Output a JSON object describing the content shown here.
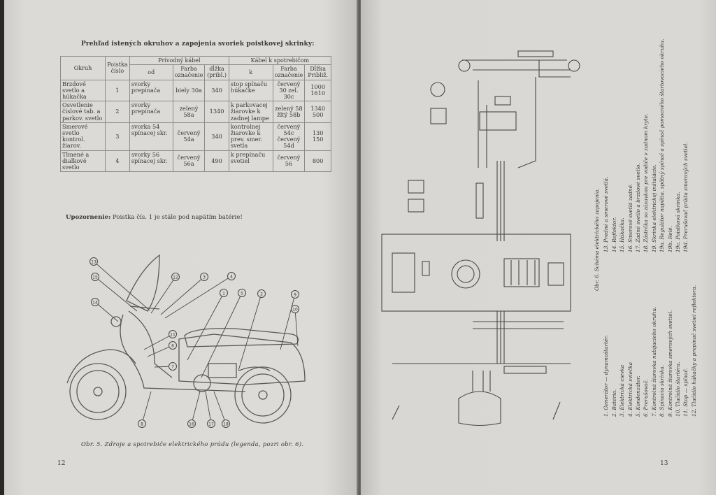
{
  "left_page": {
    "table_title": "Prehľad istených okruhov a zapojenia svoriek poistkovej skrinky:",
    "table_headers": {
      "okruh": "Okruh",
      "poistka": "Poistka číslo",
      "privodny": "Prívodný kábel",
      "spotrebic": "Kábel k spotrebičom",
      "od": "od",
      "farba": "Farba označenie",
      "dlzka": "dĺžka (pribl.)",
      "k": "k",
      "farba2": "Farba označenie",
      "dlzka2": "Dĺžka Približ."
    },
    "rows": [
      {
        "okruh": "Brzdové svetlo a húkačka",
        "poistka": "1",
        "od": "svorky prepínača",
        "farba": "biely 30a",
        "dlzka": "340",
        "k": "stop spínaču húkačke",
        "farba2": "červený 30 zel. 30c",
        "dlzka2": "1000 1610"
      },
      {
        "okruh": "Osvetlenie číslové tab. a parkov. svetlo",
        "poistka": "2",
        "od": "svorky prepínača",
        "farba": "zelený 58a",
        "dlzka": "1340",
        "k": "k parkovacej žiarovke k zadnej lampe",
        "farba2": "zelený 58 žltý 58b",
        "dlzka2": "1340 500"
      },
      {
        "okruh": "Smerové svetlo kontrol. žiarov.",
        "poistka": "3",
        "od": "svorka 54 spínacej skr.",
        "farba": "červený 54a",
        "dlzka": "340",
        "k": "kontrolnej žiarovke k prev. smer. svetla",
        "farba2": "červený 54c červený 54d",
        "dlzka2": "130 150"
      },
      {
        "okruh": "Tlmené a diaľkové svetlo",
        "poistka": "4",
        "od": "svorky 56 spínacej skr.",
        "farba": "červený 56a",
        "dlzka": "490",
        "k": "k prepínaču svetiel",
        "farba2": "červený 56",
        "dlzka2": "800"
      }
    ],
    "note_bold": "Upozornenie:",
    "note_text": " Poistka čís. 1 je stále pod napätím batérie!",
    "caption": "Obr. 5. Zdroje a spotrebiče elektrického prúdu (legenda, pozri obr. 6).",
    "page_number": "12"
  },
  "right_page": {
    "caption": "Obr. 6. Schéma elektrického zapojenia.",
    "legend_left": [
      "1. Generátor — dynamoštartér.",
      "2. Batéria.",
      "3. Elektrická cievka",
      "4. Elektrická sviečka",
      "5. Kondenzátor.",
      "6. Prerušovač.",
      "7. Kontrolná žiarovka nabíjacieho okruhu.",
      "8. Spínacia skrinka.",
      "9. Kontrolná žiarovka smerových svetiel.",
      "10. Tlačidlo štartéra.",
      "11. Stop — spínač.",
      "12. Tlačidlo húkačky a prepínač svetiel reflektora."
    ],
    "legend_right": [
      "13. Predné a smerové svetlá.",
      "14. Reflektor.",
      "15. Húkačka.",
      "16. Smerové svetlá zadné.",
      "17. Zadné svetlo a brzdové svetlo.",
      "18. Zástrčka so zásuvkou pre vodiče v zadnom kryte.",
      "19. Skrinka elektrickej inštalácie.",
      "19a. Regulátor napätia, spätný spínač a spínač pomocného štartovacieho okruhu.",
      "19b. Relé.",
      "19c. Poistková skrinka.",
      "19d. Prerušovač prúdu smerových svetiel."
    ],
    "page_number": "13"
  },
  "callouts": [
    "13",
    "15",
    "14",
    "12",
    "3",
    "4",
    "1",
    "5",
    "2",
    "9",
    "10",
    "11",
    "6",
    "7",
    "8",
    "16",
    "17",
    "18"
  ]
}
